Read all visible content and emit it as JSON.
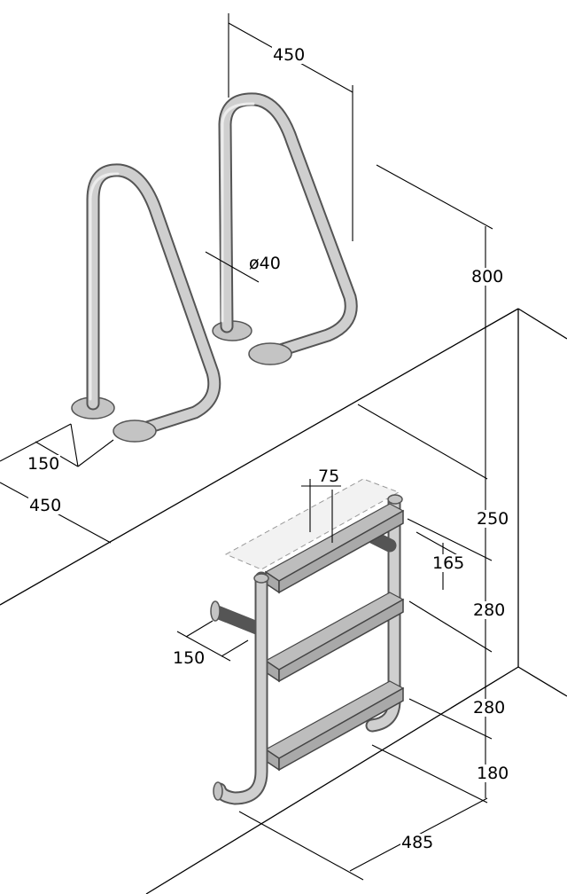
{
  "diagram": {
    "handrail": {
      "width_top": "450",
      "tube_diameter": "ø40",
      "height": "800",
      "foot_offset": "150",
      "width_base": "450"
    },
    "ladder": {
      "step_depth": "75",
      "top_step_drop": "250",
      "bumper_offset": "165",
      "step_spacing_1": "280",
      "side_offset": "150",
      "step_spacing_2": "280",
      "bottom_clearance": "180",
      "width": "485"
    }
  }
}
